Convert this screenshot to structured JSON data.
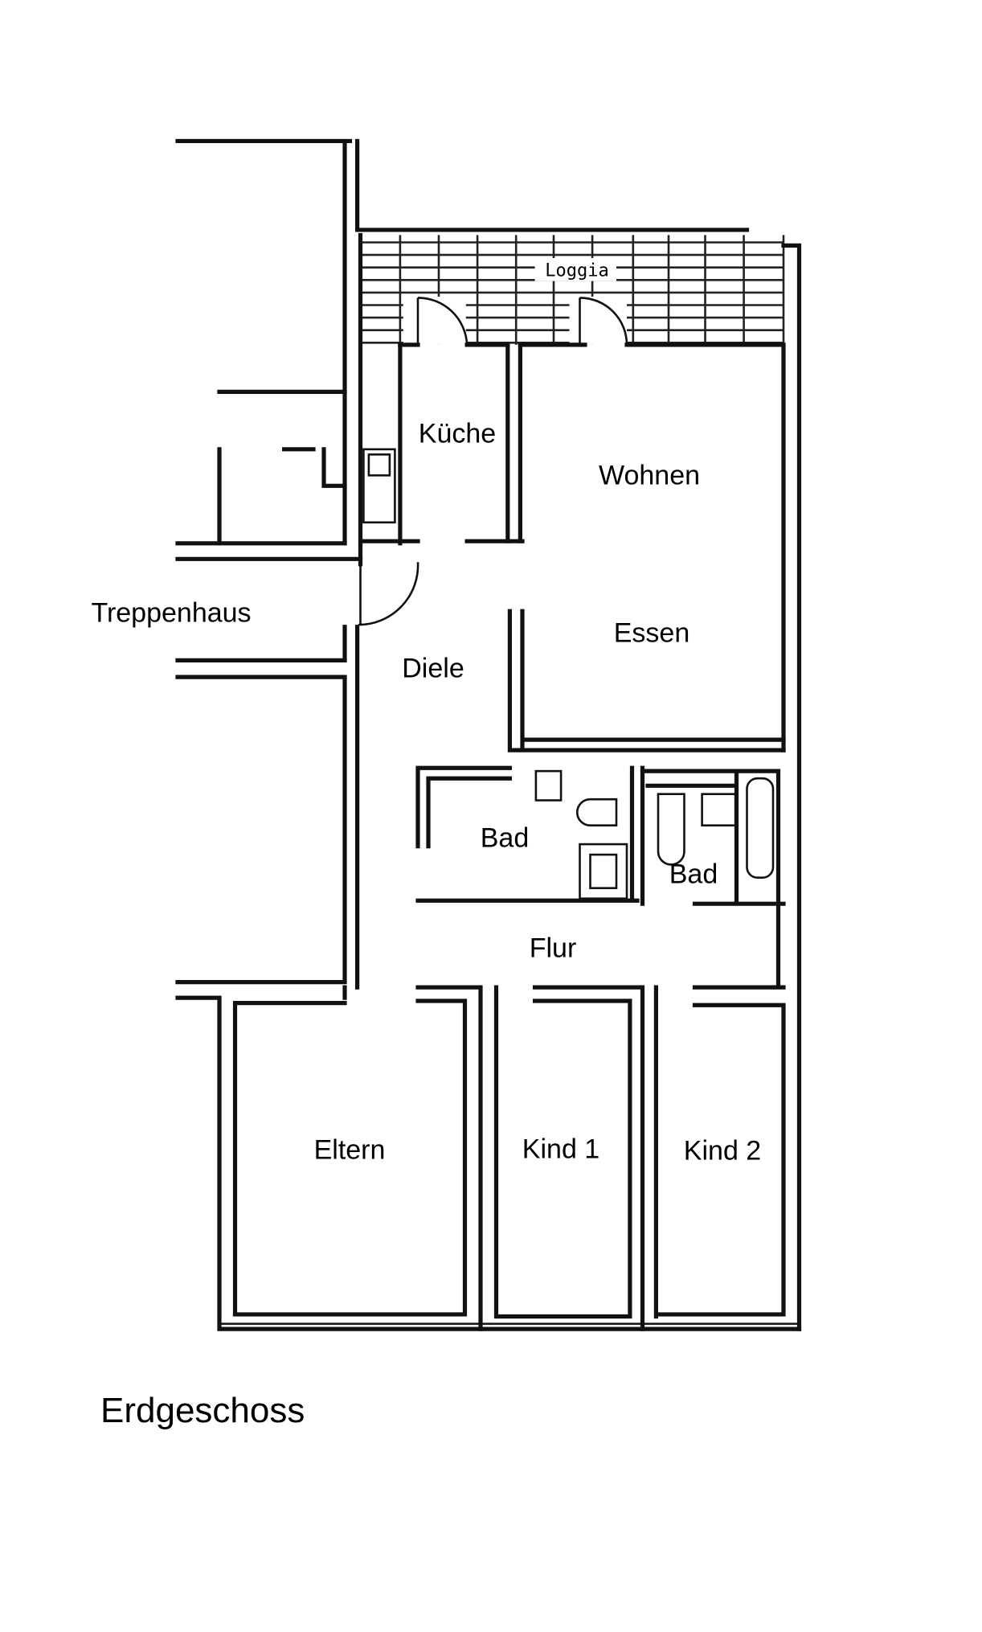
{
  "plan": {
    "floor_title": "Erdgeschoss",
    "rooms": {
      "loggia": "Loggia",
      "kueche": "Küche",
      "wohnen": "Wohnen",
      "essen": "Essen",
      "treppenhaus": "Treppenhaus",
      "diele": "Diele",
      "bad1": "Bad",
      "bad2": "Bad",
      "flur": "Flur",
      "eltern": "Eltern",
      "kind1": "Kind 1",
      "kind2": "Kind 2"
    }
  }
}
